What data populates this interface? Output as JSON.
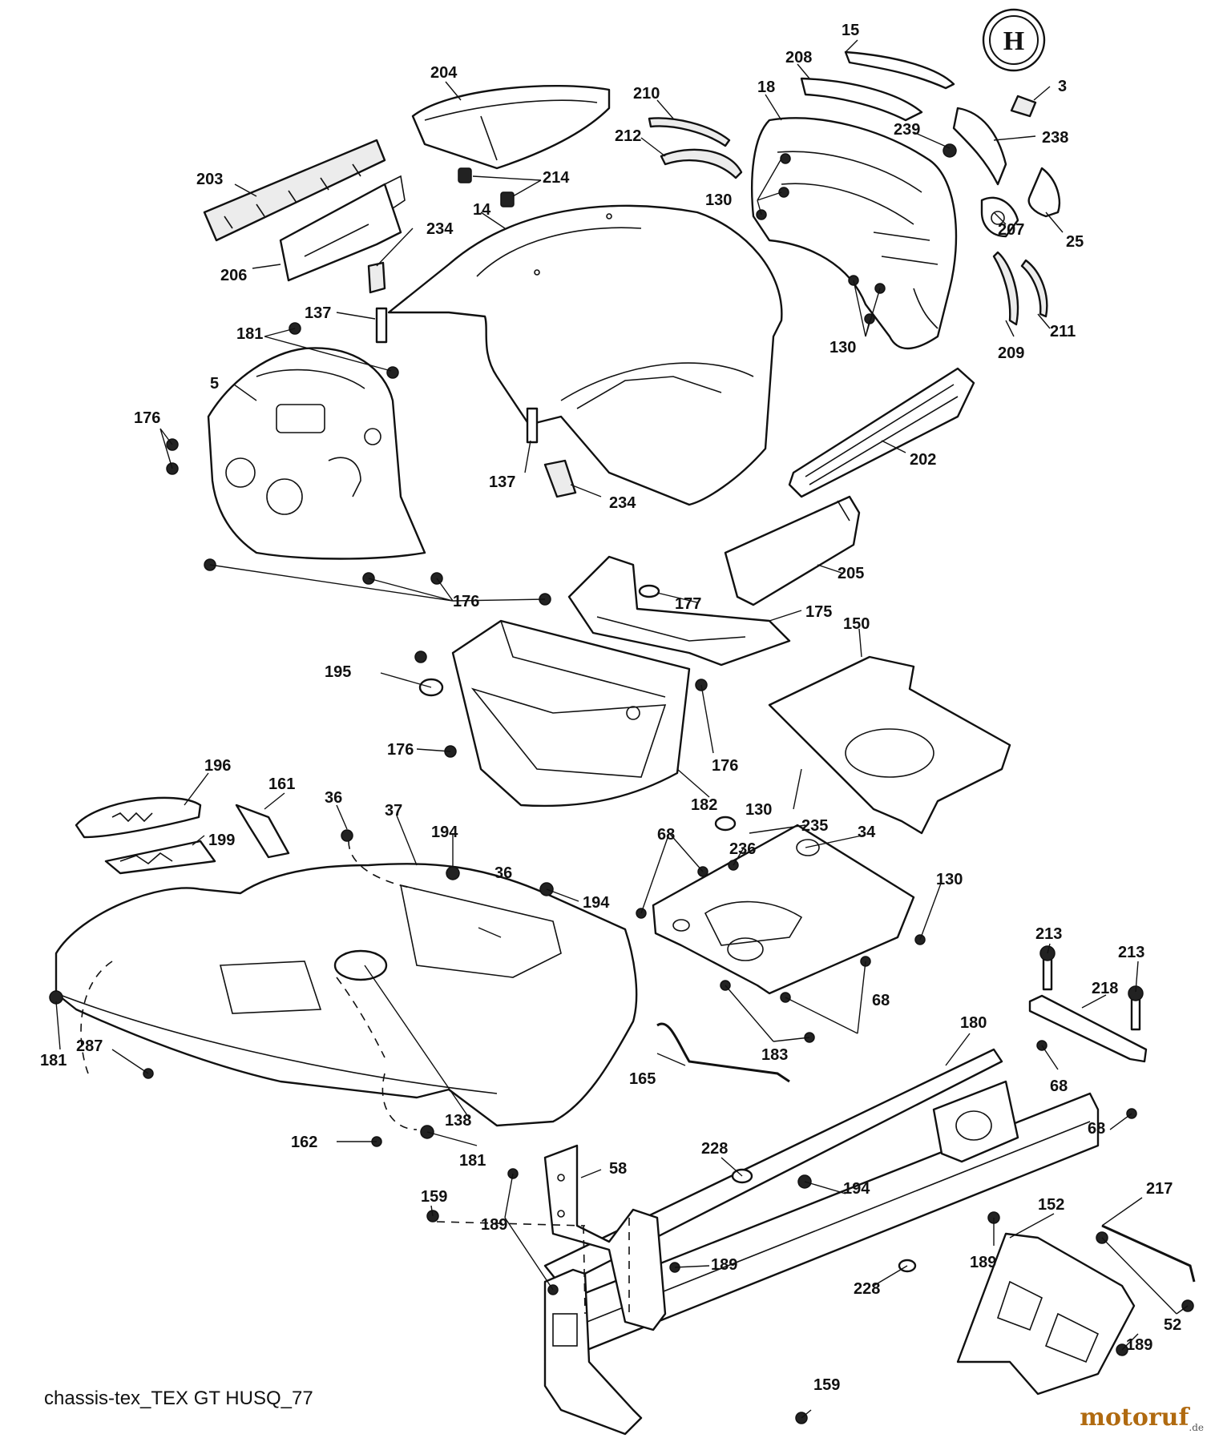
{
  "diagram": {
    "caption": "chassis-tex_TEX GT HUSQ_77",
    "watermark": {
      "name": "motoruf",
      "suffix": ".de"
    },
    "brand_logo": "husqvarna-crown-logo",
    "callouts": {
      "p15": "15",
      "p204": "204",
      "p208": "208",
      "p3": "3",
      "p210": "210",
      "p18": "18",
      "p212": "212",
      "p239": "239",
      "p238": "238",
      "p203": "203",
      "p214": "214",
      "p130a": "130",
      "p14": "14",
      "p234a": "234",
      "p206": "206",
      "p25": "25",
      "p207": "207",
      "p137a": "137",
      "p181a": "181",
      "p130b": "130",
      "p209": "209",
      "p211": "211",
      "p5": "5",
      "p176a": "176",
      "p202": "202",
      "p137b": "137",
      "p234b": "234",
      "p205": "205",
      "p176b": "176",
      "p177": "177",
      "p175": "175",
      "p150": "150",
      "p195": "195",
      "p176c": "176",
      "p176d": "176",
      "p182": "182",
      "p130c": "130",
      "p235": "235",
      "p196": "196",
      "p161": "161",
      "p36a": "36",
      "p37": "37",
      "p199": "199",
      "p194a": "194",
      "p68a": "68",
      "p236": "236",
      "p34": "34",
      "p130d": "130",
      "p36b": "36",
      "p194b": "194",
      "p213a": "213",
      "p213b": "213",
      "p218": "218",
      "p68b": "68",
      "p181b": "181",
      "p287": "287",
      "p180": "180",
      "p183": "183",
      "p68c": "68",
      "p165": "165",
      "p138": "138",
      "p68d": "68",
      "p162": "162",
      "p181c": "181",
      "p228a": "228",
      "p58": "58",
      "p194c": "194",
      "p159a": "159",
      "p189a": "189",
      "p217": "217",
      "p152": "152",
      "p189b": "189",
      "p189c": "189",
      "p228b": "228",
      "p52": "52",
      "p189d": "189",
      "p159b": "159"
    }
  }
}
